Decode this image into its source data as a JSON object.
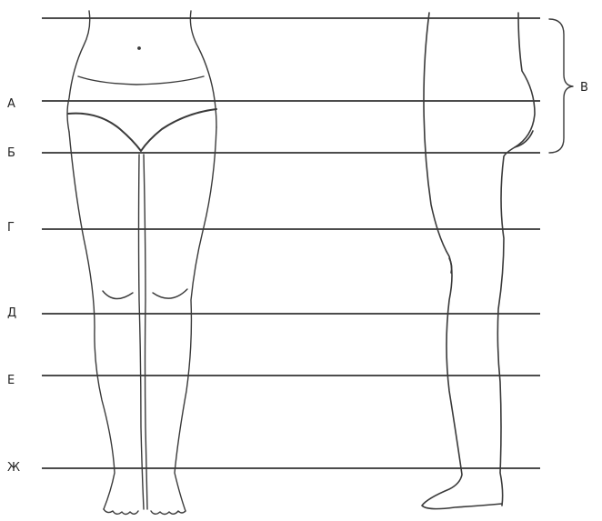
{
  "levels": [
    {
      "key": "top",
      "label": ""
    },
    {
      "key": "a",
      "label": "А"
    },
    {
      "key": "b",
      "label": "Б"
    },
    {
      "key": "g",
      "label": "Г"
    },
    {
      "key": "d",
      "label": "Д"
    },
    {
      "key": "e",
      "label": "Е"
    },
    {
      "key": "zh",
      "label": "Ж"
    }
  ],
  "bracket_label": "В",
  "colors": {
    "line": "#111111",
    "sketch": "#3a3a3a",
    "background": "#ffffff"
  }
}
